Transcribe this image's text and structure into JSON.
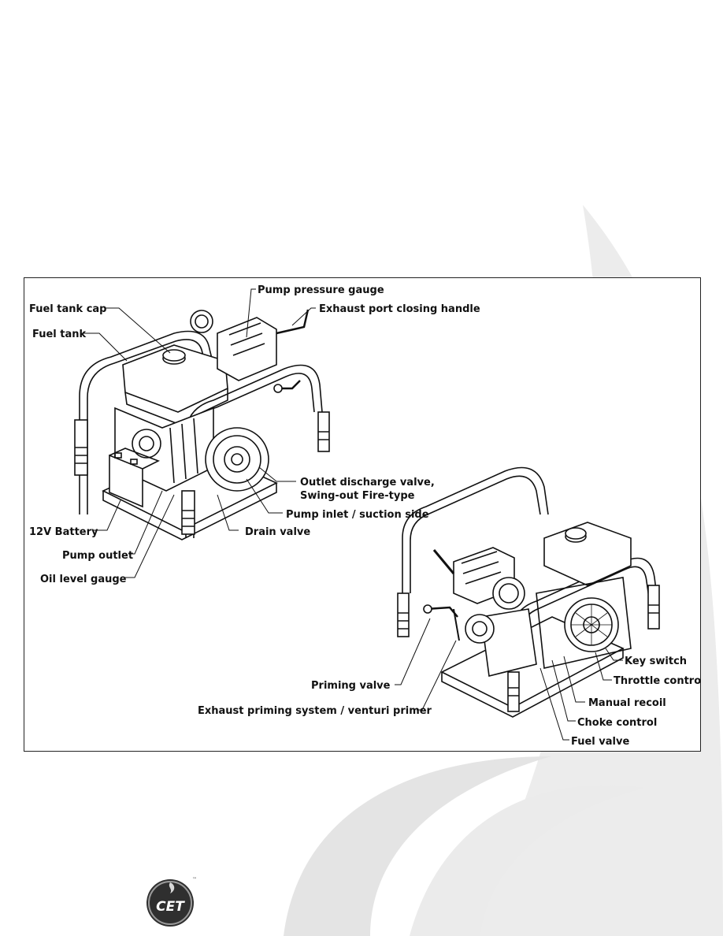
{
  "labels": {
    "pump_pressure_gauge": "Pump pressure gauge",
    "fuel_tank_cap": "Fuel tank cap",
    "exhaust_port_closing_handle": "Exhaust port closing handle",
    "fuel_tank": "Fuel tank",
    "outlet_discharge_valve_1": "Outlet discharge valve,",
    "outlet_discharge_valve_2": "Swing-out Fire-type",
    "pump_inlet": "Pump inlet / suction side",
    "battery": "12V Battery",
    "drain_valve": "Drain valve",
    "pump_outlet": "Pump outlet",
    "oil_level_gauge": "Oil level gauge",
    "key_switch": "Key switch",
    "throttle_control": "Throttle control",
    "priming_valve": "Priming valve",
    "manual_recoil": "Manual recoil",
    "exhaust_priming": "Exhaust priming system / venturi primer",
    "choke_control": "Choke control",
    "fuel_valve": "Fuel valve"
  },
  "logo": {
    "text": "CET",
    "tm": "™"
  },
  "colors": {
    "swirl": "#e6e6e6",
    "line": "#111111",
    "logo_bg": "#3a3a3a"
  }
}
